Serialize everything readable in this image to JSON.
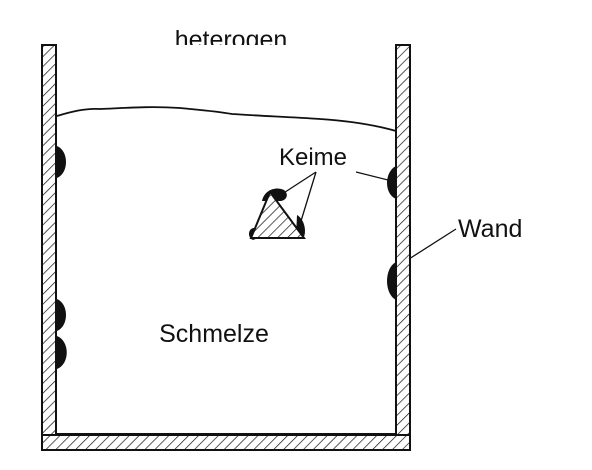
{
  "labels": {
    "title": "heterogen",
    "nuclei": "Keime",
    "wall": "Wand",
    "melt": "Schmelze"
  },
  "colors": {
    "ink": "#111111",
    "background": "#ffffff"
  }
}
